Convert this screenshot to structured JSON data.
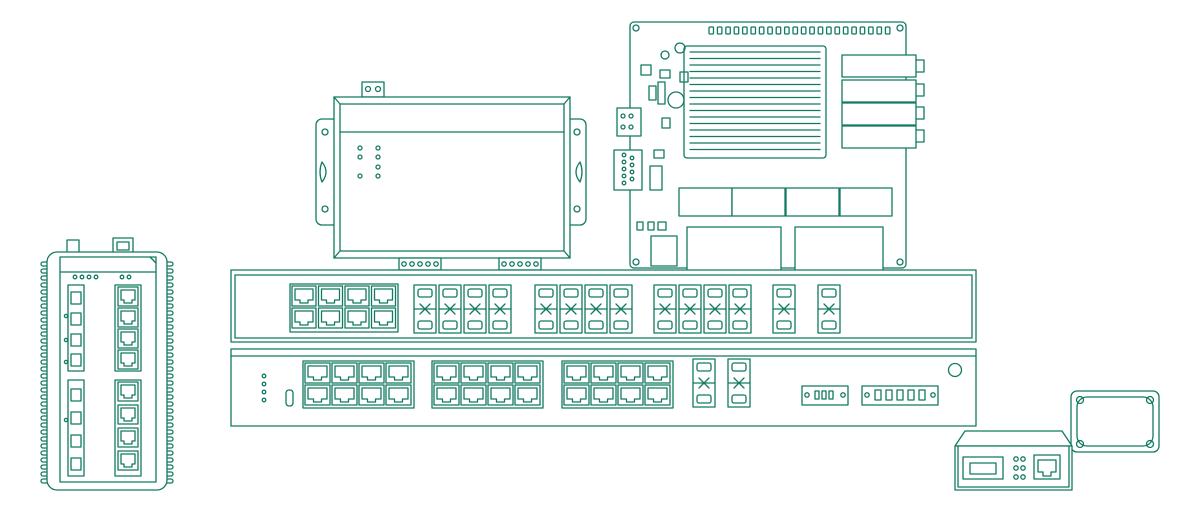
{
  "colors": {
    "background": "#ffffff",
    "stroke": "#127a62",
    "fill": "#ffffff"
  },
  "devices": [
    {
      "name": "din-rail-industrial-switch",
      "icon": "din-rail-switch-icon"
    },
    {
      "name": "serial-device-server",
      "icon": "serial-server-icon"
    },
    {
      "name": "embedded-mainboard",
      "icon": "circuit-board-icon"
    },
    {
      "name": "rackmount-switch-upper",
      "icon": "rack-switch-icon"
    },
    {
      "name": "rackmount-switch-lower",
      "icon": "rack-switch-icon"
    },
    {
      "name": "media-converter",
      "icon": "media-converter-icon"
    },
    {
      "name": "enclosure-cover",
      "icon": "enclosure-plate-icon"
    }
  ]
}
